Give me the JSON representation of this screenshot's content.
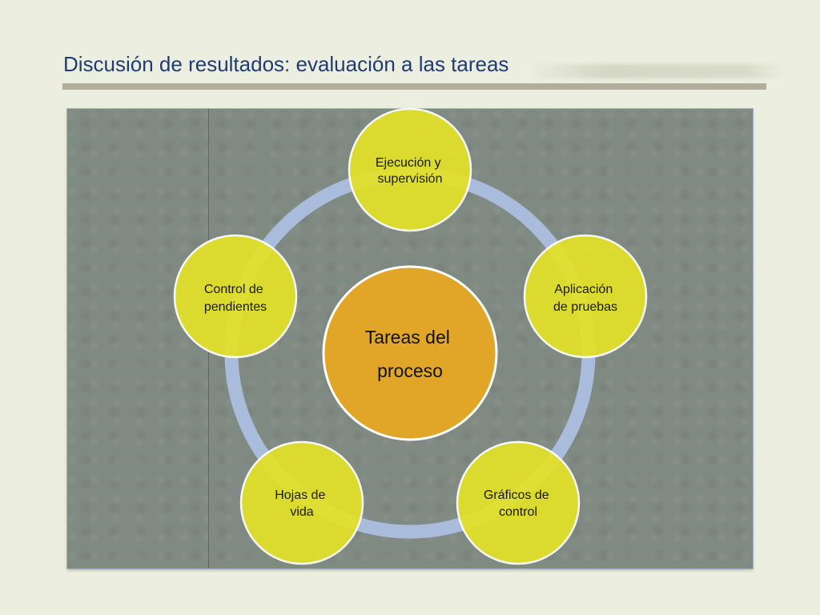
{
  "title": "Discusión de resultados: evaluación a las tareas",
  "colors": {
    "title": "#1f3b75",
    "ring": "#a9bcdc",
    "node_fill": "#e3e128",
    "node_stroke": "#ffffff",
    "center_fill": "#e1a628"
  },
  "diagram": {
    "center": {
      "lines": [
        "Tareas del",
        "proceso"
      ]
    },
    "nodes": [
      {
        "lines": [
          "Ejecución y",
          "supervisión"
        ]
      },
      {
        "lines": [
          "Aplicación",
          "de pruebas"
        ]
      },
      {
        "lines": [
          "Gráficos de",
          "control"
        ]
      },
      {
        "lines": [
          "Hojas de",
          "vida"
        ]
      },
      {
        "lines": [
          "Control de",
          "pendientes"
        ]
      }
    ]
  }
}
